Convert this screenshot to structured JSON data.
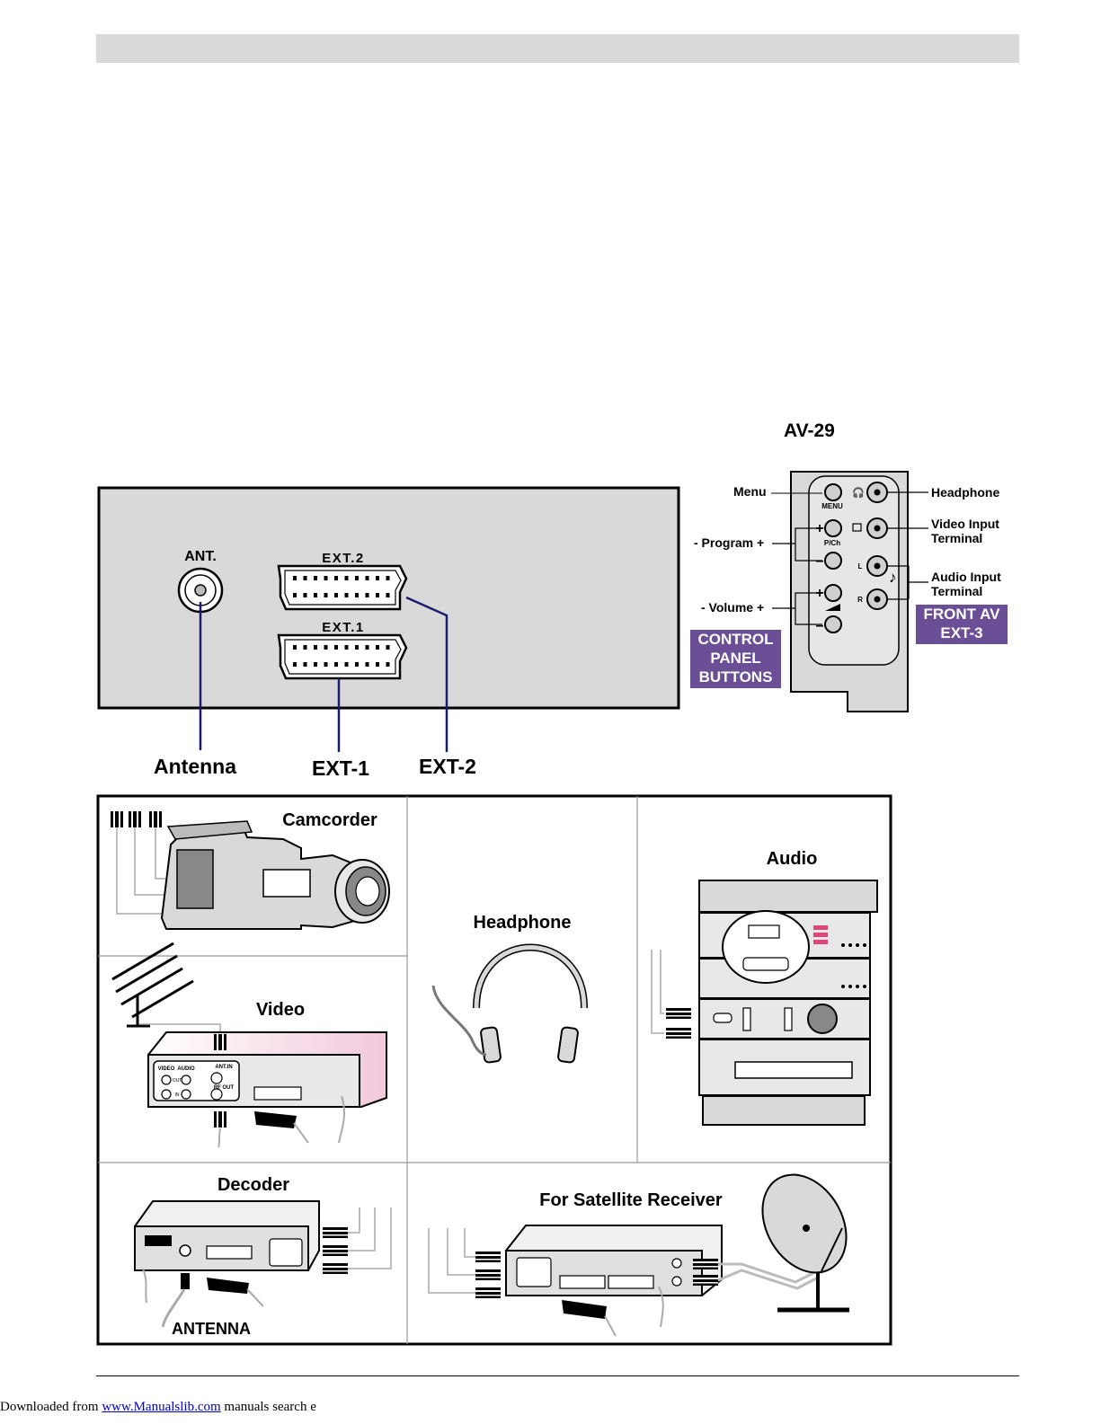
{
  "model_title": "AV-29",
  "rear_panel": {
    "ant_label": "ANT.",
    "ext2_label": "EXT.2",
    "ext1_label": "EXT.1",
    "callouts": [
      "Antenna",
      "EXT-1",
      "EXT-2"
    ]
  },
  "side_panel": {
    "left_labels": {
      "menu": "Menu",
      "program": "- Program  +",
      "volume": "- Volume +"
    },
    "button_captions": {
      "menu": "MENU",
      "pch": "P/Ch",
      "l": "L",
      "r": "R",
      "plus": "+",
      "minus": "–"
    },
    "right_labels": {
      "headphone": "Headphone",
      "video_input_1": "Video Input",
      "video_input_2": "Terminal",
      "audio_input_1": "Audio Input",
      "audio_input_2": "Terminal"
    },
    "control_panel_box": [
      "CONTROL",
      "PANEL",
      "BUTTONS"
    ],
    "front_av_box": [
      "FRONT AV",
      "EXT-3"
    ]
  },
  "devices": {
    "camcorder": "Camcorder",
    "headphone": "Headphone",
    "audio": "Audio",
    "video": "Video",
    "video_panel": {
      "video": "VIDEO",
      "audio": "AUDIO",
      "out": "OUT",
      "in": "IN",
      "ant_in": "ANT.IN",
      "rf_out": "RF OUT"
    },
    "decoder": "Decoder",
    "antenna": "ANTENNA",
    "satellite": "For Satellite Receiver"
  },
  "footer": {
    "prefix": "Downloaded from ",
    "link": "www.Manualslib.com",
    "suffix": "  manuals search e"
  },
  "colors": {
    "accent_purple": "#6a4f96",
    "panel_gray": "#d9d9d9",
    "line_navy": "#1a1a6e"
  }
}
